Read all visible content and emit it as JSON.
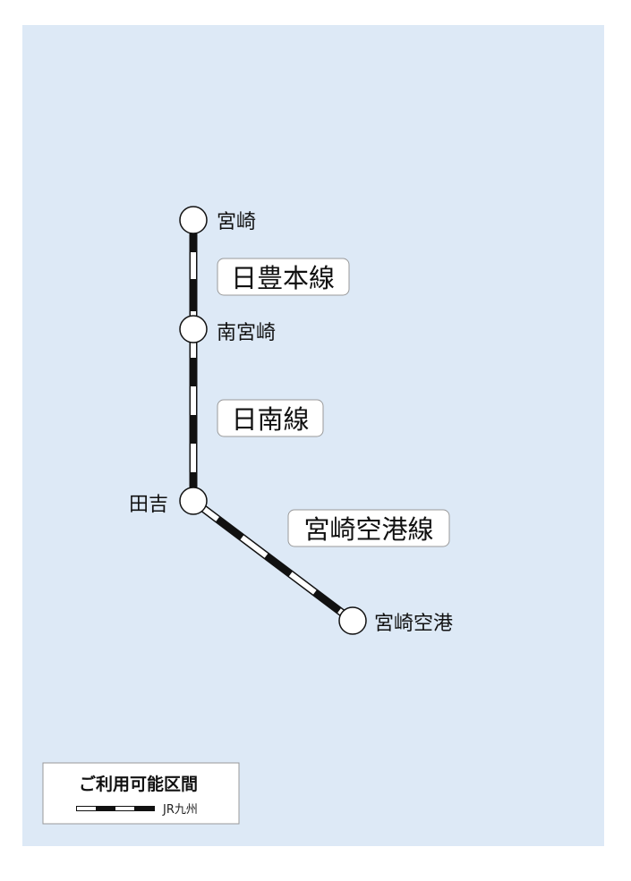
{
  "colors": {
    "background": "#dde9f6",
    "line": "#111111",
    "box": "#ffffff"
  },
  "stations": [
    {
      "name": "宮崎"
    },
    {
      "name": "南宮崎"
    },
    {
      "name": "田吉"
    },
    {
      "name": "宮崎空港"
    }
  ],
  "lines": [
    {
      "name": "日豊本線",
      "from": "宮崎",
      "to": "南宮崎"
    },
    {
      "name": "日南線",
      "from": "南宮崎",
      "to": "田吉"
    },
    {
      "name": "宮崎空港線",
      "from": "田吉",
      "to": "宮崎空港"
    }
  ],
  "legend": {
    "title": "ご利用可能区間",
    "item": "JR九州"
  }
}
